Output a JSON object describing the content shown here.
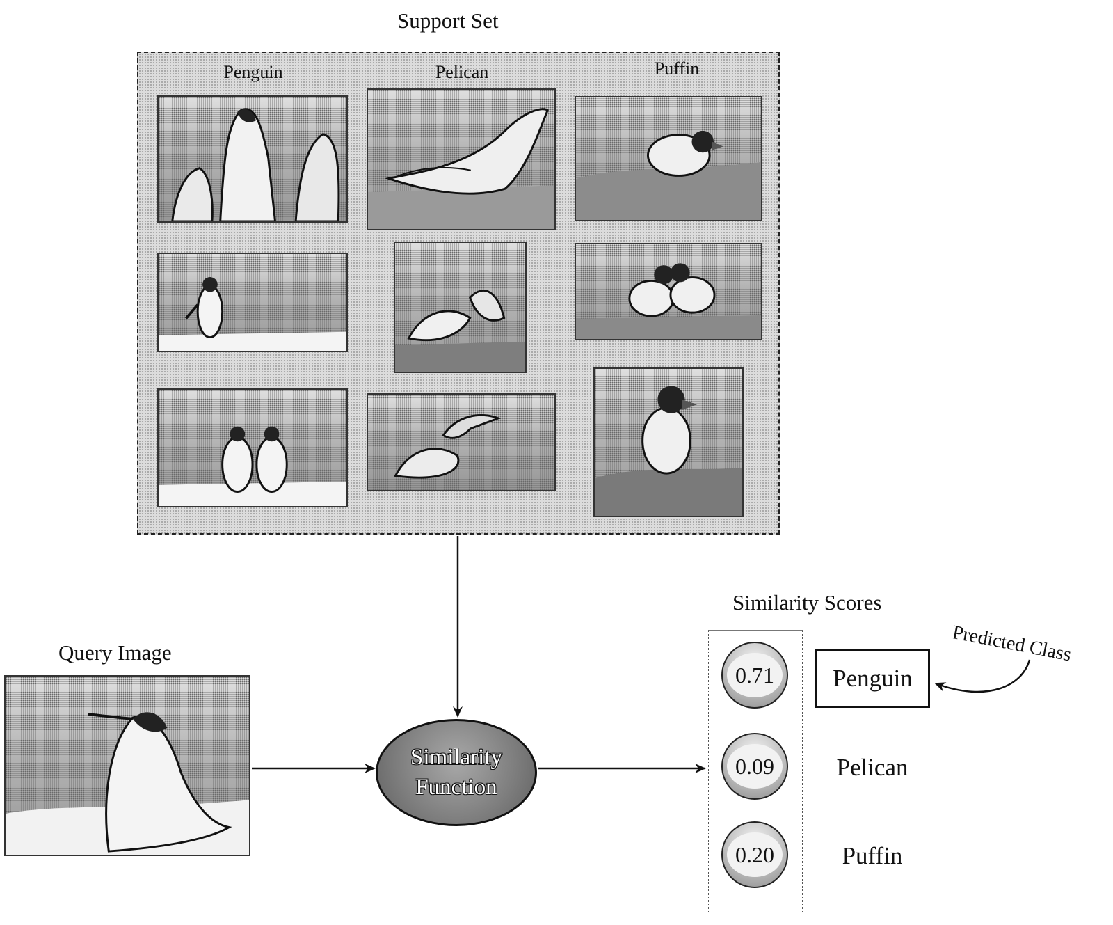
{
  "support_set": {
    "title": "Support Set",
    "columns": [
      "Penguin",
      "Pelican",
      "Puffin"
    ]
  },
  "query": {
    "label": "Query Image"
  },
  "similarity_function": {
    "line1": "Similarity",
    "line2": "Function"
  },
  "scores": {
    "title": "Similarity Scores",
    "items": [
      {
        "value": "0.71",
        "class": "Penguin"
      },
      {
        "value": "0.09",
        "class": "Pelican"
      },
      {
        "value": "0.20",
        "class": "Puffin"
      }
    ]
  },
  "predicted_label": "Predicted Class"
}
